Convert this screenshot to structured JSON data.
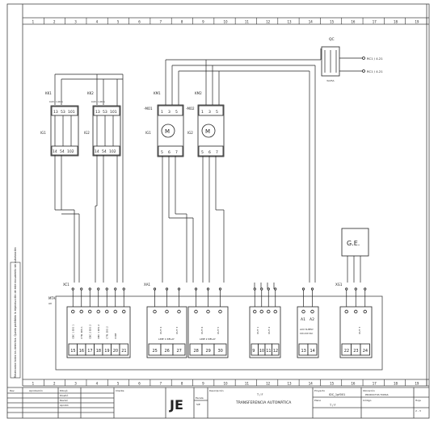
{
  "ruler": {
    "top": [
      "1",
      "2",
      "3",
      "4",
      "5",
      "6",
      "7",
      "8",
      "9",
      "10",
      "11",
      "12",
      "13",
      "14",
      "15",
      "16",
      "17",
      "18",
      "19"
    ],
    "bottom": [
      "1",
      "2",
      "3",
      "4",
      "5",
      "6",
      "7",
      "8",
      "9",
      "10",
      "11",
      "12",
      "13",
      "14",
      "15",
      "16",
      "17",
      "18",
      "19"
    ]
  },
  "disclaimer": "Reservados todos los derechos. Queda prohibida la reproducción de este documento sin autorización",
  "qc": {
    "label": "QC",
    "note": "3x25A",
    "outputs": [
      "RC1 / 4.21",
      "RC1 / 4.21"
    ]
  },
  "kk1": {
    "label": "KK1",
    "rating": "0.63 / 1.00 A",
    "ig_label": "IG1",
    "top_terms": [
      "13",
      "53",
      "101"
    ],
    "bot_terms": [
      "14",
      "54",
      "102"
    ]
  },
  "kk2": {
    "label": "KK2",
    "rating": "0.63 / 1.00 A",
    "ig_label": "IG2",
    "top_terms": [
      "13",
      "53",
      "101"
    ],
    "bot_terms": [
      "14",
      "54",
      "102"
    ]
  },
  "km1": {
    "label": "KM1",
    "sub": "-MO1",
    "ig_label": "IG1",
    "motor": "M",
    "top_terms": [
      "1",
      "3",
      "5"
    ],
    "bot_terms": [
      "5",
      "6",
      "7"
    ]
  },
  "km2": {
    "label": "KM2",
    "sub": "-MO2",
    "ig_label": "IG2",
    "motor": "M",
    "top_terms": [
      "1",
      "3",
      "5"
    ],
    "bot_terms": [
      "5",
      "6",
      "7"
    ]
  },
  "ge": {
    "label": "G.E."
  },
  "connectors": {
    "xc1": "XC1",
    "xa1": "XA1",
    "xg1": "XG1"
  },
  "mta": {
    "label": "MTA",
    "sub": "A0"
  },
  "modules": {
    "inputs": {
      "labels": [
        "CBC 1 DIS 1",
        "CTR. DIS 1",
        "CBC 2 DIS 2",
        "CBC 1 DIS 2",
        "CTR. DIS 2",
        "COM"
      ],
      "terms": [
        "15",
        "16",
        "17",
        "18",
        "19",
        "20",
        "21"
      ]
    },
    "relay1": {
      "label": "LINE 1 RELAY",
      "outs": [
        "OUT 4",
        "OUT 3"
      ],
      "terms": [
        "25",
        "26",
        "27"
      ]
    },
    "relay2": {
      "label": "LINE 2 RELAY",
      "outs": [
        "OUT 6",
        "OUT 5"
      ],
      "terms": [
        "28",
        "29",
        "30"
      ]
    },
    "outs": {
      "outs": [
        "OUT 1",
        "OUT 2"
      ],
      "terms": [
        "9",
        "10",
        "11",
        "12"
      ]
    },
    "supply": {
      "pins": [
        "A1",
        "A2"
      ],
      "label": "AUX SUPPLY",
      "sub": "100-240 VAC",
      "terms": [
        "13",
        "14"
      ]
    },
    "gen": {
      "outs": [
        "OUT 7"
      ],
      "terms": [
        "22",
        "23",
        "24"
      ]
    }
  },
  "title_block": {
    "rows": [
      "Dibujó",
      "Diseñó",
      "Revisó",
      "Aprobó"
    ],
    "col_headers": [
      "Rev.",
      "Aprobación"
    ],
    "cliente_label": "Cliente",
    "logo": "JE",
    "escala_label": "Escala",
    "escala_value": "S/E",
    "descripcion_label": "Descripción",
    "descripcion_value": "T / F",
    "title": "TRANSFERENCIA AUTOMÁTICA",
    "proyecto_label": "Proyecto",
    "proyecto_value": "IDC_1pf001",
    "plano_label": "Plano",
    "plano_value": "T / F",
    "ubicacion_label": "Ubicación",
    "ubicacion_value": "PRODUCTOS TOMAS",
    "codigo_label": "Código",
    "hoja_label": "Hoja",
    "hoja_value": "2 - 3"
  }
}
